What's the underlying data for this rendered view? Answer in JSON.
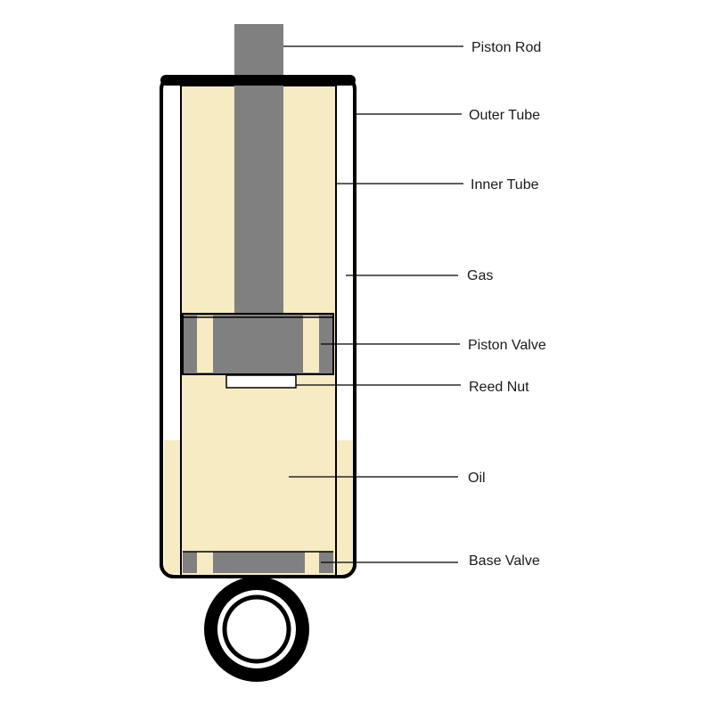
{
  "colors": {
    "oil": "#f7ebc3",
    "oil_dark": "#f2e2ad",
    "rod": "#808080",
    "outline": "#000000",
    "background": "#ffffff"
  },
  "labels": {
    "piston_rod": "Piston Rod",
    "outer_tube": "Outer Tube",
    "inner_tube": "Inner Tube",
    "gas": "Gas",
    "piston_valve": "Piston Valve",
    "reed_nut": "Reed Nut",
    "oil": "Oil",
    "base_valve": "Base Valve"
  }
}
